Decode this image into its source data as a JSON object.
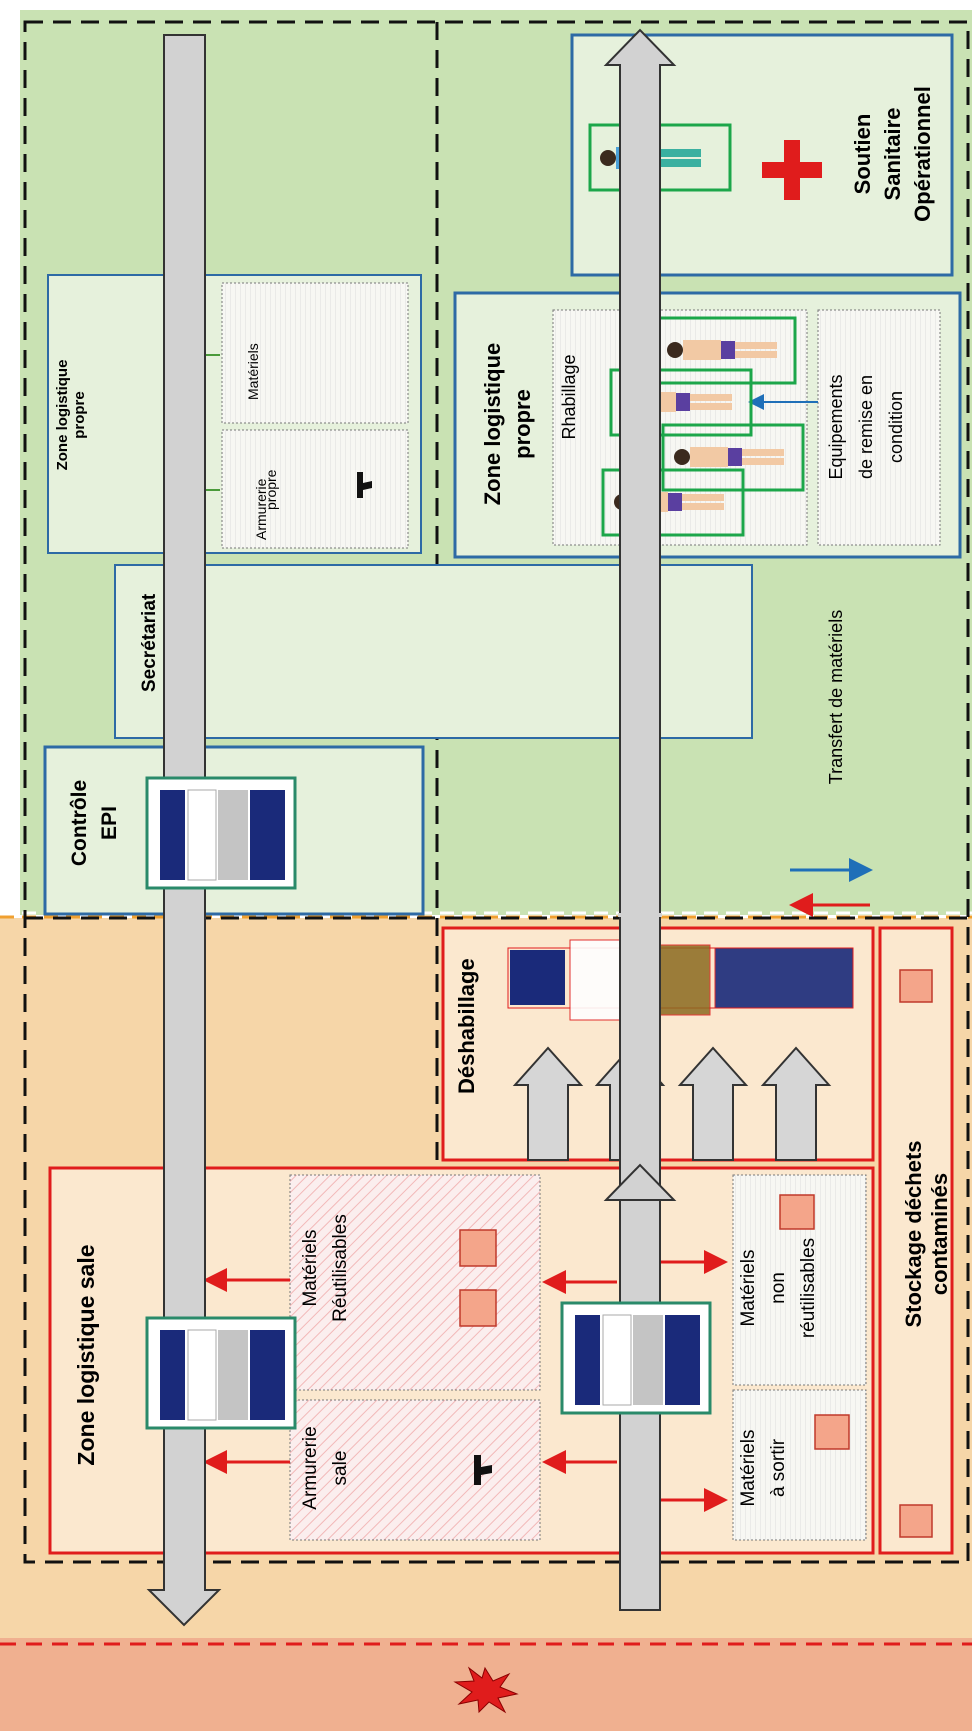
{
  "zones": {
    "contamination_zone_color": "#f6d6a8",
    "clean_zone_color": "#c9e2b3",
    "incident_strip_color": "#f0b090",
    "accent_red": "#e01c1c",
    "accent_blue": "#1f6fb8",
    "accent_green": "#1ca64a"
  },
  "labels": {
    "zone_logistique_propre_small": "Zone logistique propre",
    "armurerie_propre": "Armurerie propre",
    "armurerie_propre_l1": "Armurerie",
    "armurerie_propre_l2": "propre",
    "materiels": "Matériels",
    "secretariat": "Secrétariat",
    "controle_epi_l1": "Contrôle",
    "controle_epi_l2": "EPI",
    "soutien_l1": "Soutien",
    "soutien_l2": "Sanitaire",
    "soutien_l3": "Opérationnel",
    "zone_log_propre_l1": "Zone logistique",
    "zone_log_propre_l2": "propre",
    "rhabillage": "Rhabillage",
    "equip_l1": "Equipements",
    "equip_l2": "de remise en",
    "equip_l3": "condition",
    "transfert": "Transfert de matériels",
    "deshabillage": "Déshabillage",
    "zone_log_sale": "Zone logistique sale",
    "armurerie_sale_l1": "Armurerie",
    "armurerie_sale_l2": "sale",
    "mat_reutil_l1": "Matériels",
    "mat_reutil_l2": "Réutilisables",
    "mat_sortir_l1": "Matériels",
    "mat_sortir_l2": "à sortir",
    "mat_nonreutil_l1": "Matériels",
    "mat_nonreutil_l2": "non",
    "mat_nonreutil_l3": "réutilisables",
    "stockage": "Stockage déchets contaminés"
  },
  "icons": [
    "pistol-icon",
    "red-cross-icon",
    "waste-box-icon",
    "explosion-icon",
    "person-icon",
    "responders-group-icon"
  ]
}
